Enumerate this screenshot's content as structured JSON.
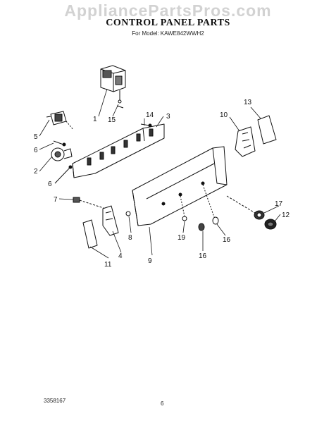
{
  "watermark": "AppliancePartsPros.com",
  "title": "CONTROL PANEL PARTS",
  "subtitle": "For Model: KAWE842WWH2",
  "part_number": "3358167",
  "page_number": "6",
  "callouts": {
    "c1": "1",
    "c2": "2",
    "c3": "3",
    "c4": "4",
    "c5": "5",
    "c6a": "6",
    "c6b": "6",
    "c7": "7",
    "c8": "8",
    "c9": "9",
    "c10": "10",
    "c11": "11",
    "c12": "12",
    "c13": "13",
    "c14": "14",
    "c15": "15",
    "c16a": "16",
    "c16b": "16",
    "c17": "17",
    "c19": "19"
  }
}
